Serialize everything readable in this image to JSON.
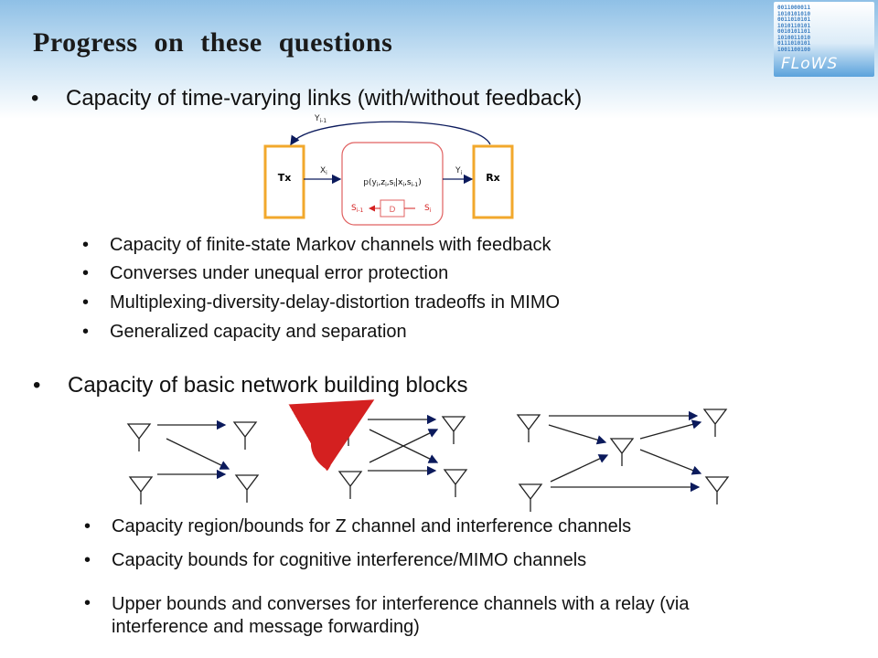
{
  "slide": {
    "title": "Progress  on  these  questions",
    "logo": {
      "text": "FLoWS",
      "bits": "0011000011\n1010101010\n0011010101\n1010110101\n0010101101\n1010011010\n0111010101\n1001100100"
    }
  },
  "section1": {
    "heading": "Capacity of time-varying links (with/without feedback)",
    "diagram": {
      "tx": "Tx",
      "rx": "Rx",
      "xi": "X",
      "xi_sub": "i",
      "yi": "Y",
      "yi_sub": "i",
      "feedback": "Y",
      "feedback_sub": "i-1",
      "channel": "p(y",
      "channel_full": "p(yi,zi,si|xi,si-1)",
      "delay": "D",
      "si_prev": "S",
      "si_prev_sub": "i-1",
      "si": "S",
      "si_sub": "i"
    },
    "bullets": [
      "Capacity of finite-state Markov channels with feedback",
      "Converses under unequal error protection",
      "Multiplexing-diversity-delay-distortion tradeoffs in MIMO",
      "Generalized capacity and separation"
    ]
  },
  "section2": {
    "heading": "Capacity of basic network building blocks",
    "bullets": [
      "Capacity region/bounds for Z channel and interference channels",
      "Capacity bounds for cognitive interference/MIMO channels",
      "Upper bounds and converses for interference channels with a relay (via interference and message forwarding)"
    ]
  },
  "colors": {
    "channel_border": "#e06060",
    "box_border": "#f2a82c",
    "red_arrow": "#d42020"
  }
}
